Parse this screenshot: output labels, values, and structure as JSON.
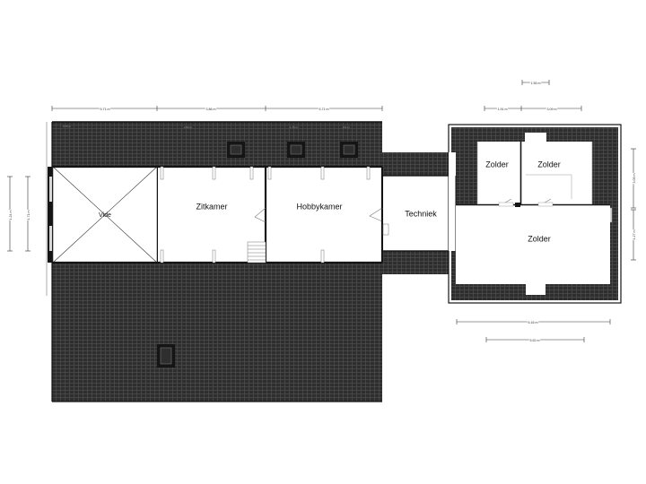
{
  "colors": {
    "roof": "#2e2e2e",
    "roof_grid": "#5a5a5a",
    "wall": "#151515",
    "floor": "#ffffff",
    "dimension": "#333333",
    "door": "#7a7a7a",
    "window_glass": "#d8d8d8"
  },
  "rooms": {
    "vide": "Vide",
    "zitkamer": "Zitkamer",
    "hobbykamer": "Hobbykamer",
    "techniek": "Techniek",
    "zolder_left": "Zolder",
    "zolder_right": "Zolder",
    "zolder_main": "Zolder"
  },
  "dimensions": {
    "top_segment_1": "5.71 m",
    "top_segment_2": "3.86 m",
    "top_segment_3": "5.71 m",
    "left_outer": "4.24 m",
    "left_inner": "4.71 m",
    "annex_top": "1.55 m",
    "annex_segment_1": "1.91 m",
    "annex_segment_2": "3.09 m",
    "annex_right_outer": "3.09 m",
    "annex_right_inner": "4.27 m",
    "annex_bottom_outer": "6.16 m",
    "annex_bottom_inner": "5.52 m"
  },
  "roof_labels": {
    "label_1": "0.75 m",
    "label_2": "2.00 m",
    "label_3": "1.75 m",
    "label_4": "0.9 m"
  }
}
